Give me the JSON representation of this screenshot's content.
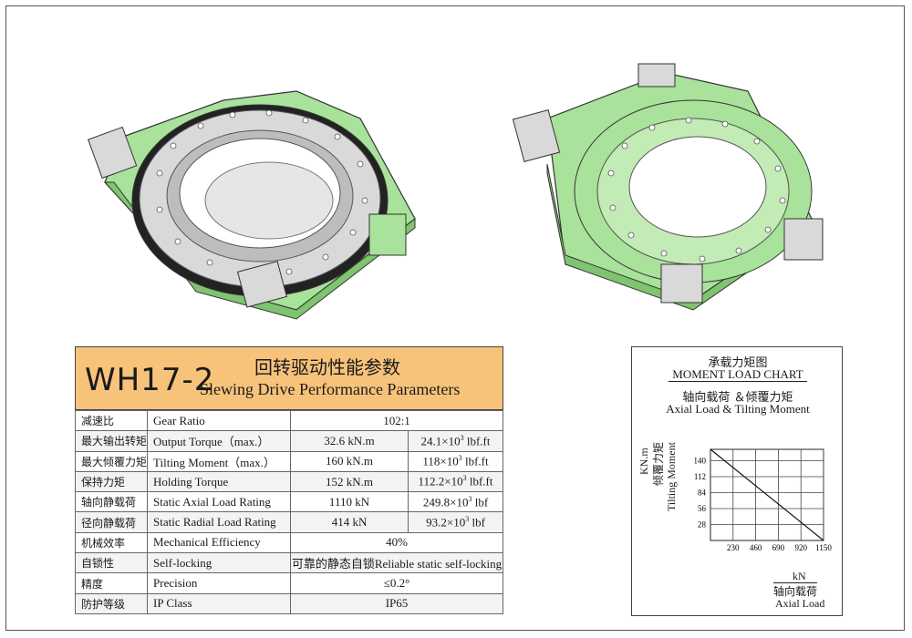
{
  "model": "WH17-2",
  "title_cn": "回转驱动性能参数",
  "title_en": "Slewing Drive Performance Parameters",
  "rows": [
    {
      "cn": "减速比",
      "en": "Gear Ratio",
      "v": "102:1",
      "span": true
    },
    {
      "cn": "最大输出转矩",
      "en": "Output Torque（max.）",
      "v1": "32.6 kN.m",
      "v2": "24.1×10",
      "sup": "3",
      "v2u": " lbf.ft"
    },
    {
      "cn": "最大倾覆力矩",
      "en": "Tilting Moment（max.）",
      "v1": "160 kN.m",
      "v2": "118×10",
      "sup": "3",
      "v2u": " lbf.ft"
    },
    {
      "cn": "保持力矩",
      "en": "Holding Torque",
      "v1": "152 kN.m",
      "v2": "112.2×10",
      "sup": "3",
      "v2u": " lbf.ft"
    },
    {
      "cn": "轴向静载荷",
      "en": "Static Axial Load Rating",
      "v1": "1110 kN",
      "v2": "249.8×10",
      "sup": "3",
      "v2u": " lbf"
    },
    {
      "cn": "径向静载荷",
      "en": "Static Radial Load Rating",
      "v1": "414 kN",
      "v2": "93.2×10",
      "sup": "3",
      "v2u": " lbf"
    },
    {
      "cn": "机械效率",
      "en": "Mechanical Efficiency",
      "v": "40%",
      "span": true
    },
    {
      "cn": "自锁性",
      "en": "Self-locking",
      "v": "可靠的静态自锁Reliable static self-locking",
      "span": true
    },
    {
      "cn": "精度",
      "en": "Precision",
      "v": "≤0.2°",
      "span": true
    },
    {
      "cn": "防护等级",
      "en": "IP Class",
      "v": "IP65",
      "span": true
    }
  ],
  "load_chart": {
    "title_cn": "承载力矩图",
    "title_en": "MOMENT LOAD CHART",
    "sub_cn": "轴向载荷 ＆倾覆力矩",
    "sub_en": "Axial Load & Tilting Moment",
    "y_unit": "KN.m",
    "y_cn": "倾覆力矩",
    "y_en": "Tilting Moment",
    "x_unit": "kN",
    "x_cn": "轴向载荷",
    "x_en": "Axial Load"
  },
  "chart_data": {
    "type": "line",
    "x": [
      0,
      1150
    ],
    "y": [
      160,
      0
    ],
    "xticks": [
      "230",
      "460",
      "690",
      "920",
      "1150"
    ],
    "yticks": [
      "28",
      "56",
      "84",
      "112",
      "140"
    ],
    "xlim": [
      0,
      1150
    ],
    "ylim": [
      0,
      160
    ],
    "grid": true
  },
  "colors": {
    "accent": "#f7c27a",
    "body": "#a9e29a",
    "ring": "#d9d9d9"
  }
}
